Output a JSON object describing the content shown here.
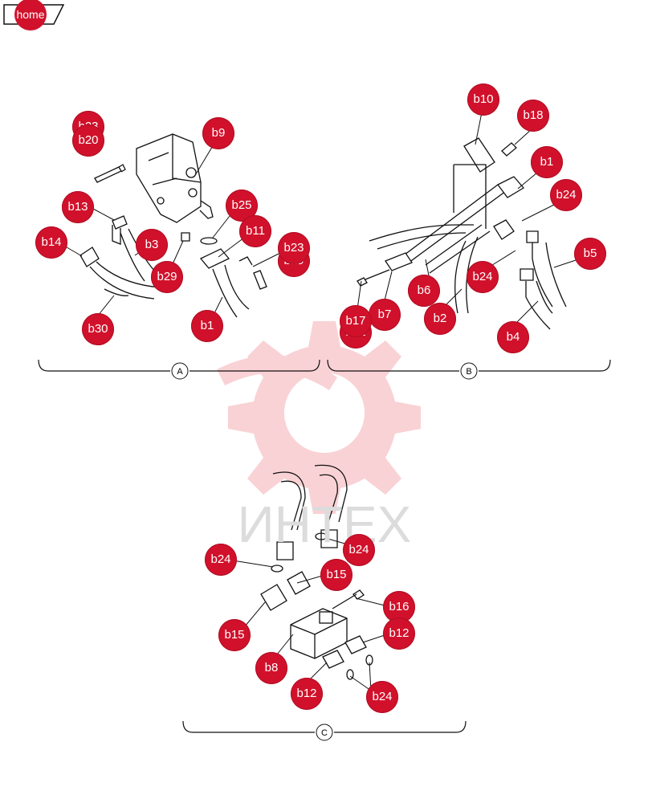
{
  "home": {
    "label": "home"
  },
  "watermark": {
    "text": "ИНТЕХ"
  },
  "sections": [
    {
      "label": "A"
    },
    {
      "label": "B"
    },
    {
      "label": "C"
    }
  ],
  "callouts": [
    {
      "id": "b23-a1",
      "label": "b23"
    },
    {
      "id": "b20-a",
      "label": "b20"
    },
    {
      "id": "b9",
      "label": "b9"
    },
    {
      "id": "b13",
      "label": "b13"
    },
    {
      "id": "b14",
      "label": "b14"
    },
    {
      "id": "b3",
      "label": "b3"
    },
    {
      "id": "b29",
      "label": "b29"
    },
    {
      "id": "b25",
      "label": "b25"
    },
    {
      "id": "b11",
      "label": "b11"
    },
    {
      "id": "b23-a2",
      "label": "b23"
    },
    {
      "id": "b19-a",
      "label": "b19"
    },
    {
      "id": "b30",
      "label": "b30"
    },
    {
      "id": "b1-a",
      "label": "b1"
    },
    {
      "id": "b10",
      "label": "b10"
    },
    {
      "id": "b18",
      "label": "b18"
    },
    {
      "id": "b1-b",
      "label": "b1"
    },
    {
      "id": "b24-b1",
      "label": "b24"
    },
    {
      "id": "b5",
      "label": "b5"
    },
    {
      "id": "b24-b2",
      "label": "b24"
    },
    {
      "id": "b6",
      "label": "b6"
    },
    {
      "id": "b7",
      "label": "b7"
    },
    {
      "id": "b17",
      "label": "b17"
    },
    {
      "id": "b22",
      "label": "b22"
    },
    {
      "id": "b2",
      "label": "b2"
    },
    {
      "id": "b4",
      "label": "b4"
    },
    {
      "id": "b24-c1",
      "label": "b24"
    },
    {
      "id": "b24-c2",
      "label": "b24"
    },
    {
      "id": "b15-c1",
      "label": "b15"
    },
    {
      "id": "b16",
      "label": "b16"
    },
    {
      "id": "b12-c1",
      "label": "b12"
    },
    {
      "id": "b15-c2",
      "label": "b15"
    },
    {
      "id": "b8",
      "label": "b8"
    },
    {
      "id": "b12-c2",
      "label": "b12"
    },
    {
      "id": "b24-c3",
      "label": "b24"
    }
  ],
  "colors": {
    "callout": "#d1112b",
    "line": "#111111",
    "watermark": "#f4b8bd"
  }
}
